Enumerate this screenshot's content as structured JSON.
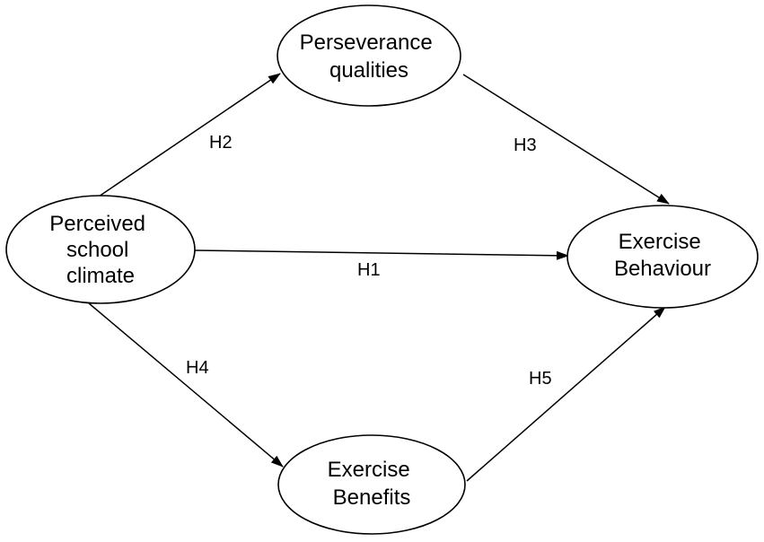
{
  "nodes": {
    "perceived_school_climate": {
      "lines": [
        "Perceived",
        "school",
        "climate"
      ]
    },
    "perseverance_qualities": {
      "lines": [
        "Perseverance",
        "qualities"
      ]
    },
    "exercise_behaviour": {
      "lines": [
        "Exercise",
        "Behaviour"
      ]
    },
    "exercise_benefits": {
      "lines": [
        "Exercise",
        "Benefits"
      ]
    }
  },
  "edges": {
    "h1": {
      "label": "H1",
      "from": "Perceived school climate",
      "to": "Exercise Behaviour"
    },
    "h2": {
      "label": "H2",
      "from": "Perceived school climate",
      "to": "Perseverance qualities"
    },
    "h3": {
      "label": "H3",
      "from": "Perseverance qualities",
      "to": "Exercise Behaviour"
    },
    "h4": {
      "label": "H4",
      "from": "Perceived school climate",
      "to": "Exercise Benefits"
    },
    "h5": {
      "label": "H5",
      "from": "Exercise Benefits",
      "to": "Exercise Behaviour"
    }
  }
}
